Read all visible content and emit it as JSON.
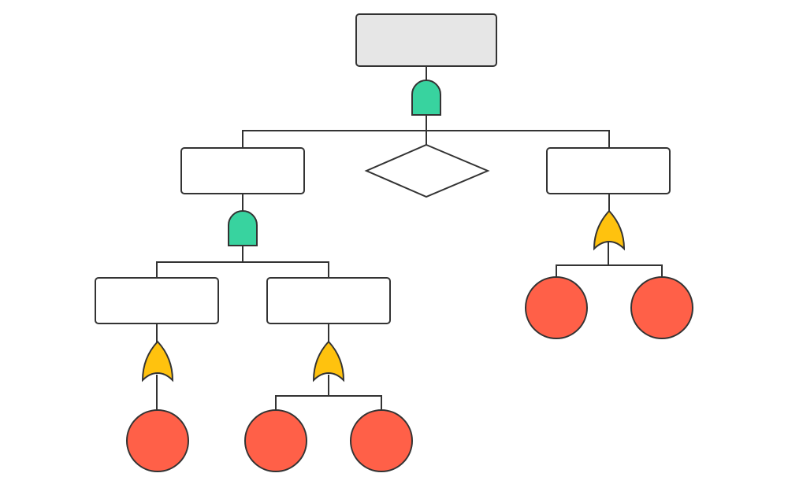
{
  "diagram": {
    "type": "fault-tree",
    "colors": {
      "line": "#333333",
      "top_event_fill": "#e6e6e6",
      "event_fill": "#ffffff",
      "and_gate": "#38d39f",
      "or_gate": "#ffc20e",
      "basic_event": "#ff6048",
      "undeveloped_event": "#ffffff"
    },
    "top_event": {
      "label": "",
      "gate": "and",
      "children": [
        {
          "kind": "intermediate-event",
          "label": "",
          "gate": "and",
          "children": [
            {
              "kind": "intermediate-event",
              "label": "",
              "gate": "or",
              "basic_events": 1
            },
            {
              "kind": "intermediate-event",
              "label": "",
              "gate": "or",
              "basic_events": 2
            }
          ]
        },
        {
          "kind": "undeveloped-event",
          "label": ""
        },
        {
          "kind": "intermediate-event",
          "label": "",
          "gate": "or",
          "basic_events": 2
        }
      ]
    }
  }
}
